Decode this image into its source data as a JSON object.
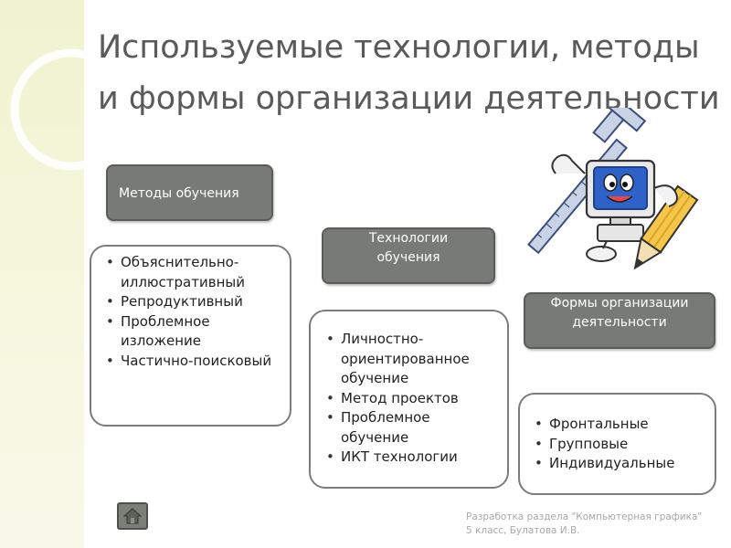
{
  "title": "Используемые технологии, методы и формы организации деятельности",
  "methods": {
    "header": "Методы обучения",
    "items": [
      "Объяснительно-иллюстративный",
      "Репродуктивный",
      "Проблемное изложение",
      "Частично-поисковый"
    ]
  },
  "technologies": {
    "header": "Технологии обучения",
    "items": [
      "Личностно-ориентированное обучение",
      "Метод проектов",
      "Проблемное обучение",
      "ИКТ технологии"
    ]
  },
  "forms": {
    "header": "Формы организации деятельности",
    "items": [
      "Фронтальные",
      "Групповые",
      "Индивидуальные"
    ]
  },
  "footer": "Разработка раздела \"Компьютерная графика\" 5 класс, Булатова И.В.",
  "icons": {
    "home": "home-icon",
    "mascot": "computer-mascot-icon"
  },
  "colors": {
    "header_fill": "#777a76",
    "border": "#7b7e78",
    "band": "#f0f3cf"
  }
}
